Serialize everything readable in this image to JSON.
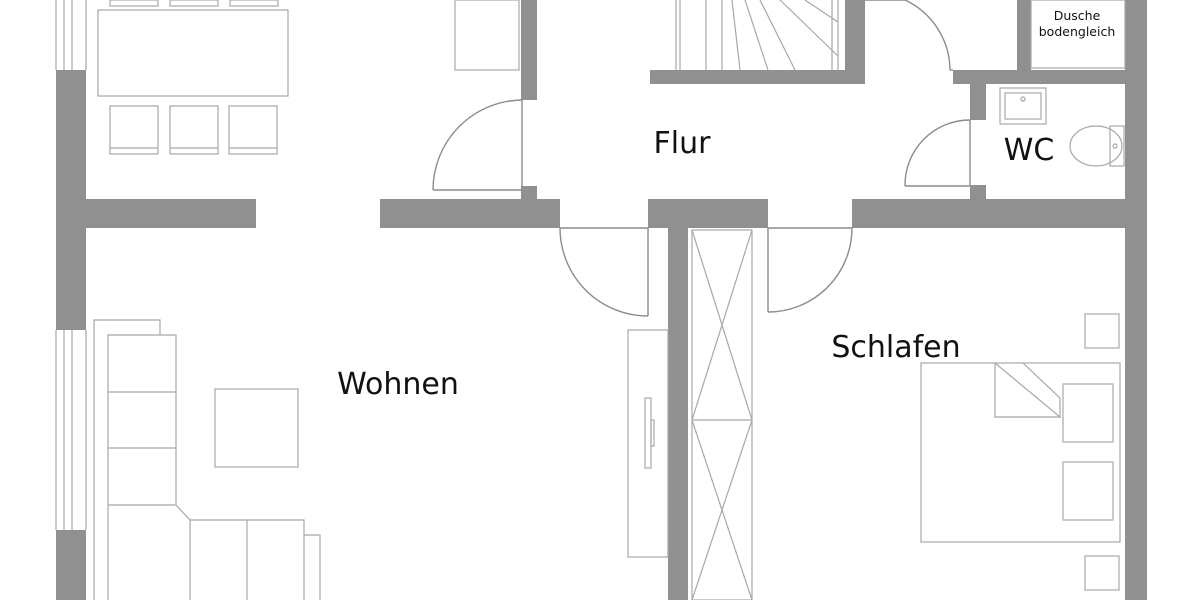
{
  "rooms": {
    "flur": "Flur",
    "wc": "WC",
    "wohnen": "Wohnen",
    "schlafen": "Schlafen"
  },
  "fixtures": {
    "dusche_line1": "Dusche",
    "dusche_line2": "bodengleich"
  },
  "colors": {
    "wall": "#909090",
    "line": "#a8a8a8",
    "background": "#ffffff",
    "text": "#111111"
  }
}
